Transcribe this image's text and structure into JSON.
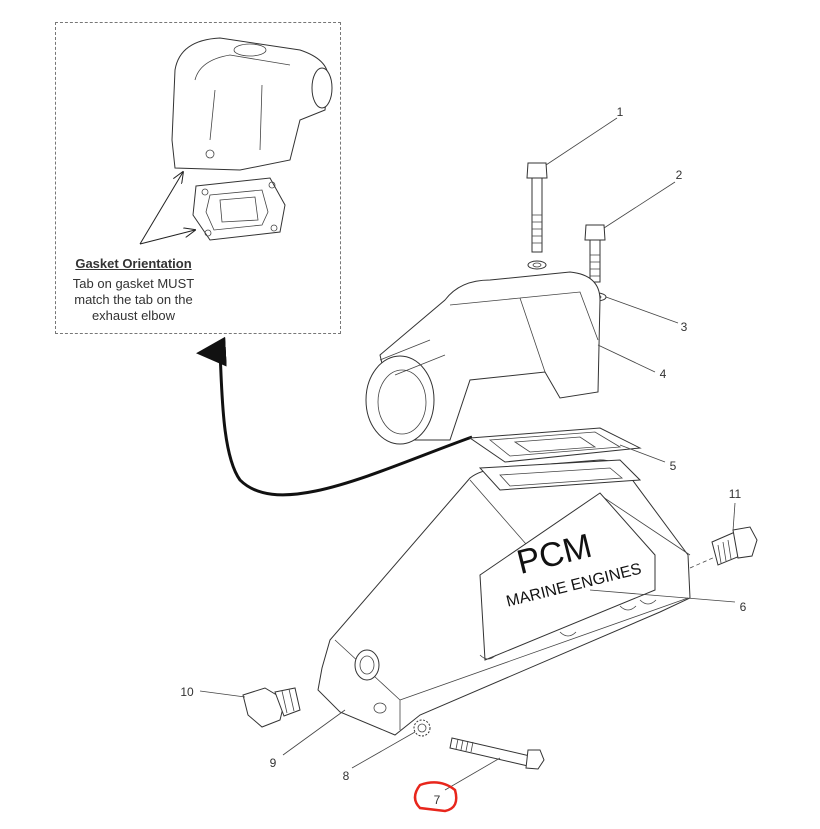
{
  "inset": {
    "title": "Gasket Orientation",
    "body": "Tab on gasket MUST match the tab on the exhaust elbow"
  },
  "logo": {
    "line1": "PCM",
    "line2": "MARINE ENGINES"
  },
  "callouts": [
    "1",
    "2",
    "3",
    "4",
    "5",
    "6",
    "7",
    "8",
    "9",
    "10",
    "11"
  ],
  "highlight_color": "#e8261c"
}
